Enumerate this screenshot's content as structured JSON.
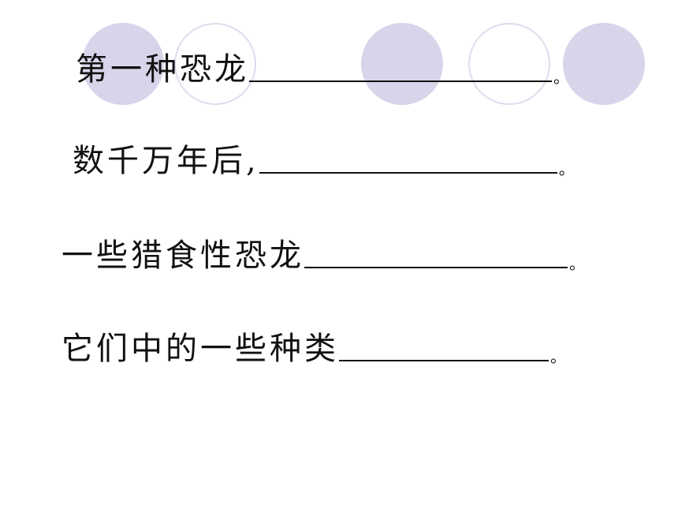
{
  "slide": {
    "background_color": "#ffffff",
    "circle_fill_color": "#d6d5ea",
    "circle_outline_color": "#dedcee",
    "text_color": "#111111"
  },
  "sentences": [
    {
      "prefix": "第一种恐龙",
      "blank": "",
      "end": "。"
    },
    {
      "prefix": "数千万年后,",
      "blank": "",
      "end": "。"
    },
    {
      "prefix": "一些猎食性恐龙",
      "blank": "",
      "end": "。"
    },
    {
      "prefix": "它们中的一些种类",
      "blank": "",
      "end": "。"
    }
  ]
}
